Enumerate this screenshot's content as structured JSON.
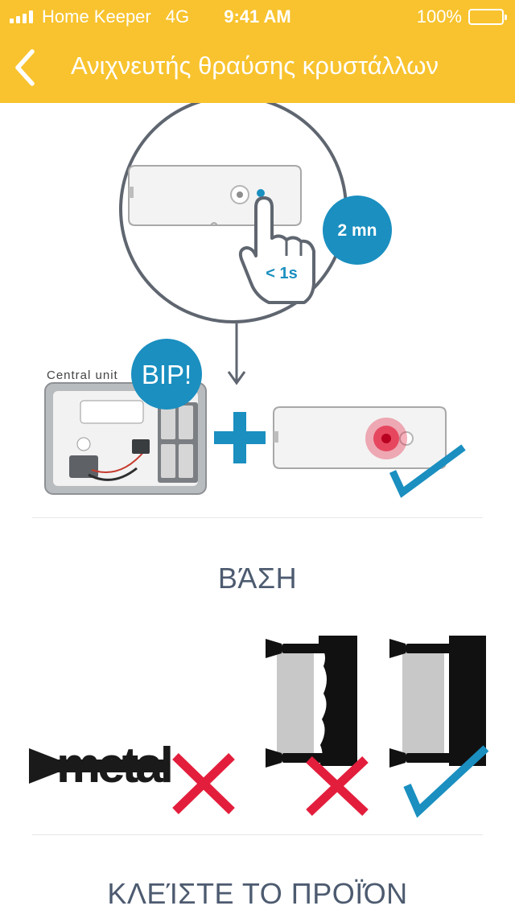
{
  "status_bar": {
    "carrier": "Home Keeper",
    "network": "4G",
    "time": "9:41 AM",
    "battery": "100%"
  },
  "header": {
    "title": "Ανιχνευτής θραύσης κρυστάλλων",
    "back_icon": "chevron-left-icon"
  },
  "step1": {
    "press_duration": "< 1s",
    "timer_badge": "2 mn",
    "beep_badge": "BIP!",
    "central_unit_label": "Central unit"
  },
  "sections": {
    "base_title": "ΒΆΣΗ",
    "close_title": "ΚΛΕΊΣΤΕ ΤΟ ΠΡΟΪΌΝ"
  },
  "mounting": {
    "metal_label": "metal"
  },
  "colors": {
    "header_bg": "#f8c32e",
    "badge_blue": "#1a8fc0",
    "wrong_red": "#e31e3c",
    "check_blue": "#1a8fc0",
    "text_slate": "#4d5b70"
  }
}
